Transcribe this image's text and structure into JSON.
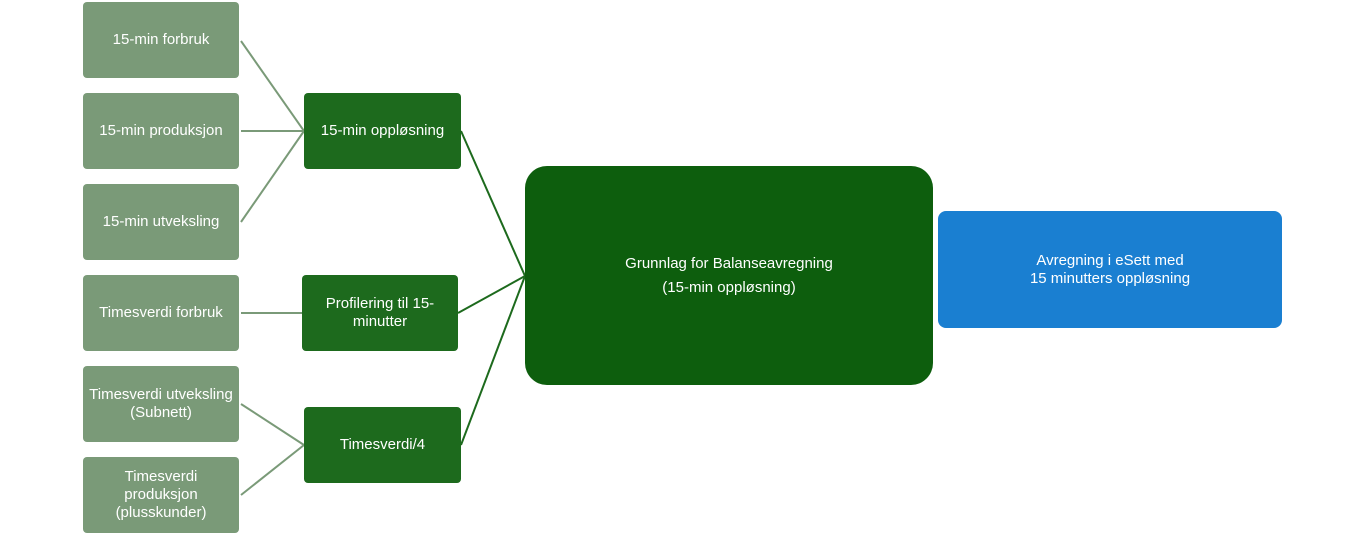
{
  "diagram": {
    "sources": [
      {
        "label": "15-min forbruk"
      },
      {
        "label": "15-min produksjon"
      },
      {
        "label": "15-min utveksling"
      },
      {
        "label": "Timesverdi forbruk"
      },
      {
        "label": "Timesverdi utveksling\n(Subnett)"
      },
      {
        "label": "Timesverdi\nproduksjon\n(plusskunder)"
      }
    ],
    "processing": [
      {
        "label": "15-min oppløsning"
      },
      {
        "label": "Profilering til 15-\nminutter"
      },
      {
        "label": "Timesverdi/4"
      }
    ],
    "basis": {
      "label": "Grunnlag for Balanseavregning\n(15-min oppløsning)"
    },
    "settlement": {
      "label": "Avregning i eSett med\n15 minutters oppløsning"
    }
  },
  "colors": {
    "source_box": "#7a9a78",
    "processing_box": "#1d6a1d",
    "basis_box": "#0d5e0d",
    "settlement_box": "#1a7fd1",
    "source_connector": "#7a9a78",
    "processing_connector": "#1d6a1d"
  }
}
